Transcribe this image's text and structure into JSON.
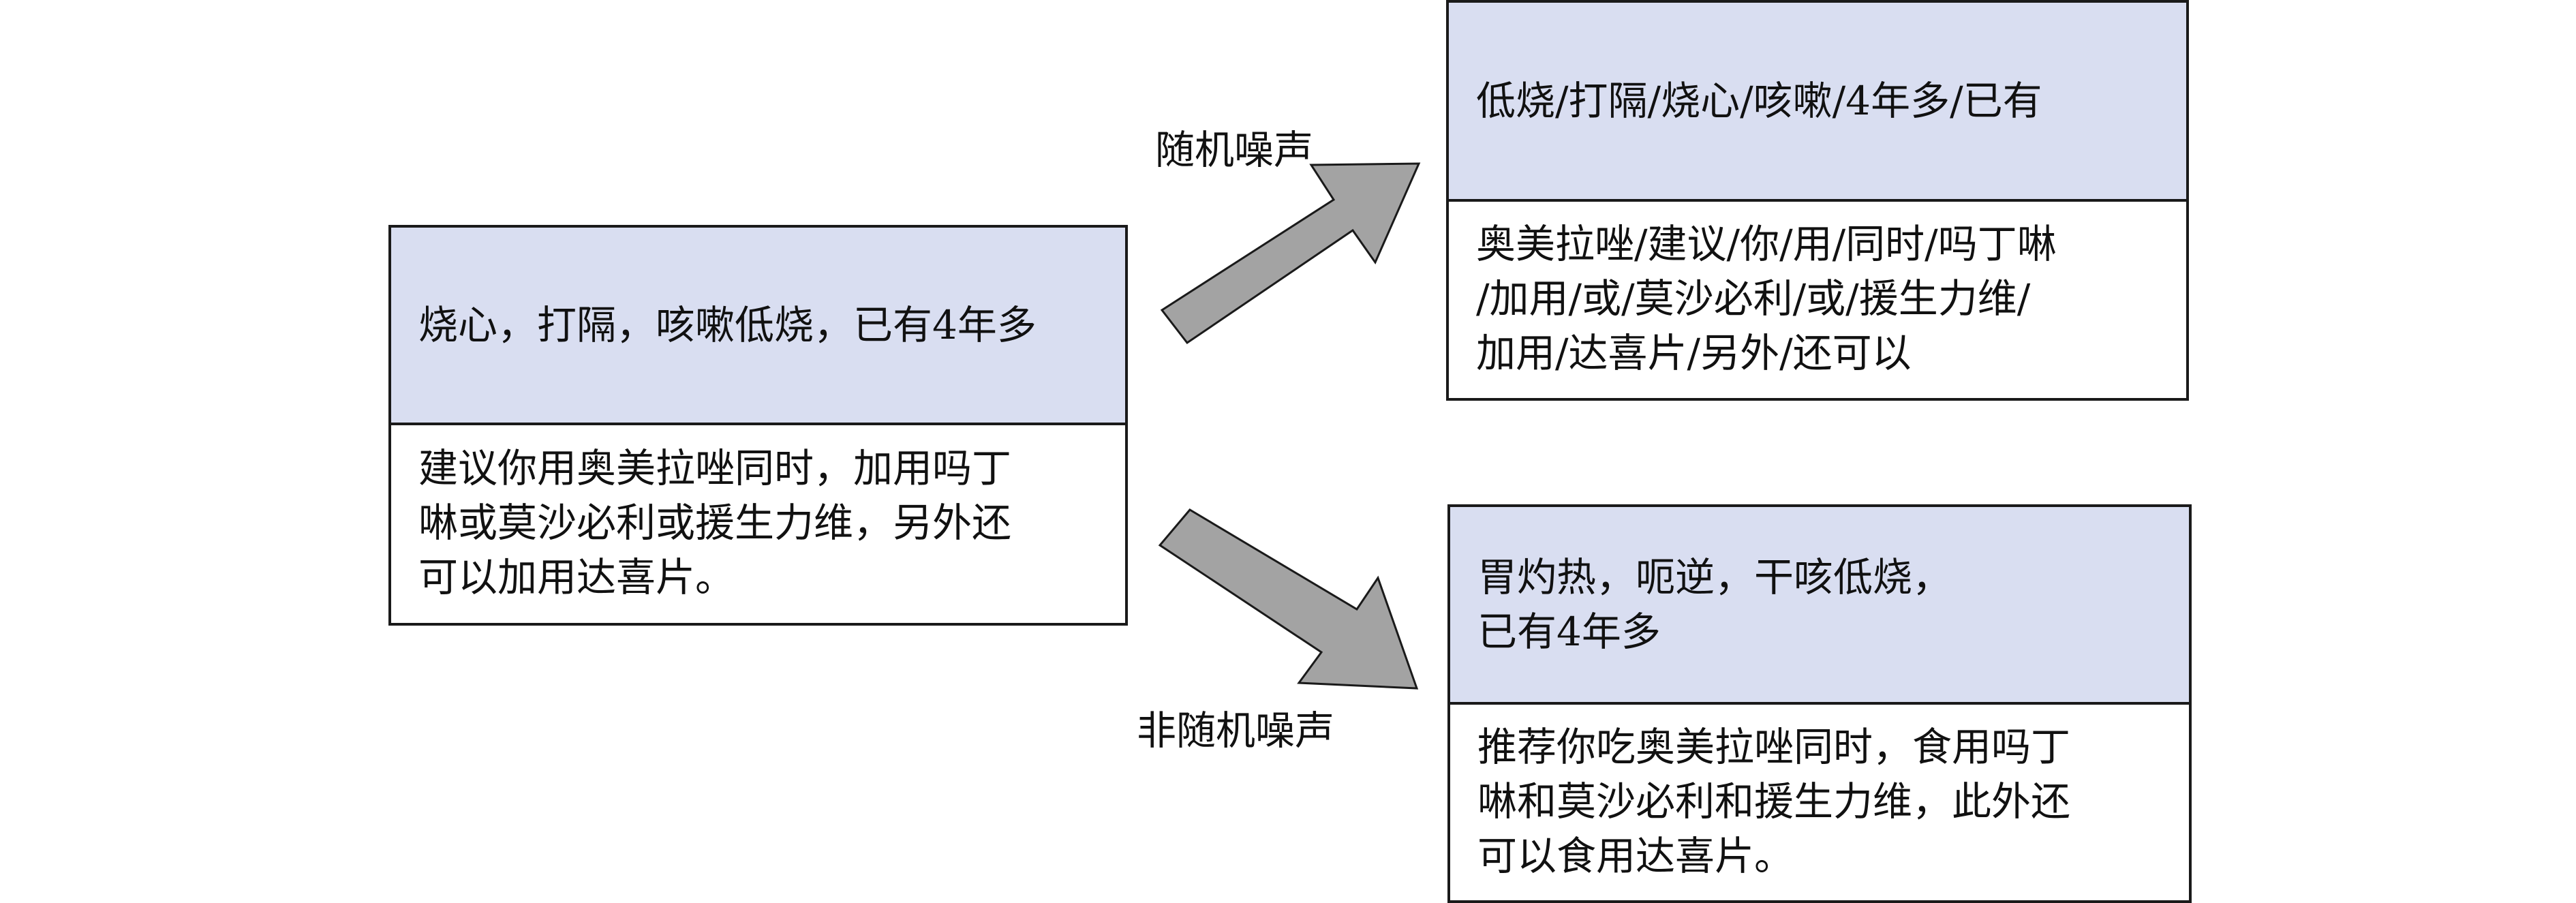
{
  "source_box": {
    "query": "烧心，打隔，咳嗽低烧，已有4年多",
    "response": "建议你用奥美拉唑同时，加用吗丁\n啉或莫沙必利或援生力维，另外还\n可以加用达喜片。"
  },
  "random_noise": {
    "label": "随机噪声",
    "query": "低烧/打隔/烧心/咳嗽/4年多/已有",
    "response": "奥美拉唑/建议/你/用/同时/吗丁啉\n/加用/或/莫沙必利/或/援生力维/\n加用/达喜片/另外/还可以"
  },
  "nonrandom_noise": {
    "label": "非随机噪声",
    "query": "胃灼热，呃逆，干咳低烧，\n已有4年多",
    "response": "推荐你吃奥美拉唑同时，食用吗丁\n啉和莫沙必利和援生力维，此外还\n可以食用达喜片。"
  },
  "colors": {
    "header_fill": "#d9def1",
    "arrow_fill": "#a3a3a3",
    "border": "#1a1a1a"
  }
}
